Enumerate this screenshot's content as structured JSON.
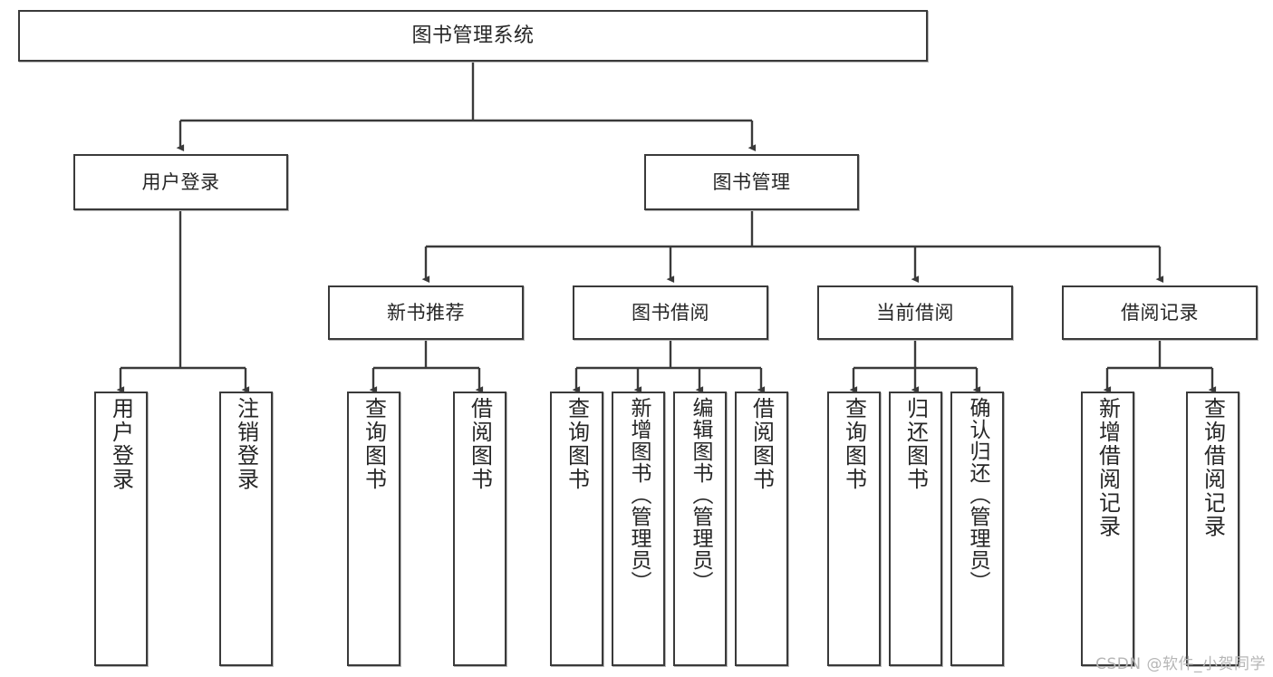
{
  "diagram": {
    "type": "tree",
    "title": "图书管理系统",
    "watermark": "CSDN @软件_小贺同学",
    "colors": {
      "box_border": "#3a3a3a",
      "box_fill": "#ffffff",
      "edge": "#3a3a3a",
      "text": "#262626",
      "watermark": "#b6b6b6"
    },
    "nodes": {
      "root": {
        "label": "图书管理系统"
      },
      "level2": [
        {
          "label": "用户登录"
        },
        {
          "label": "图书管理"
        }
      ],
      "level3": [
        {
          "label": "新书推荐"
        },
        {
          "label": "图书借阅"
        },
        {
          "label": "当前借阅"
        },
        {
          "label": "借阅记录"
        }
      ],
      "leaves": {
        "user_login": [
          {
            "label": "用户登录"
          },
          {
            "label": "注销登录"
          }
        ],
        "new_book": [
          {
            "label": "查询图书"
          },
          {
            "label": "借阅图书"
          }
        ],
        "book_borrow": [
          {
            "label": "查询图书"
          },
          {
            "label": "新增图书（管理员）"
          },
          {
            "label": "编辑图书（管理员）"
          },
          {
            "label": "借阅图书"
          }
        ],
        "current_borrow": [
          {
            "label": "查询图书"
          },
          {
            "label": "归还图书"
          },
          {
            "label": "确认归还（管理员）"
          }
        ],
        "borrow_record": [
          {
            "label": "新增借阅记录"
          },
          {
            "label": "查询借阅记录"
          }
        ]
      }
    }
  }
}
